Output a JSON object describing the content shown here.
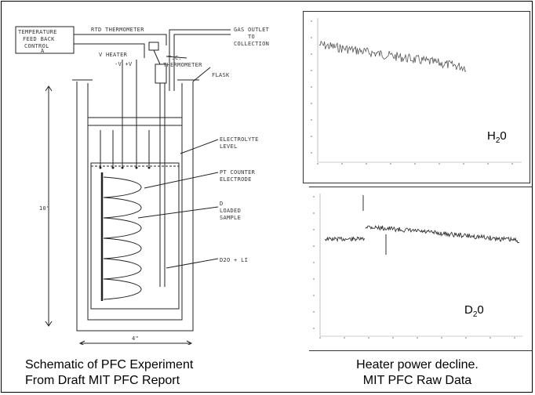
{
  "schematic": {
    "temperature_feedback": [
      "TEMPERATURE",
      "FEED BACK",
      "CONTROL"
    ],
    "temperature_feedback_symbol": "A",
    "rtd_thermometer": "RTD THERMOMETER",
    "gas_outlet": [
      "GAS OUTLET",
      "TO",
      "COLLECTION"
    ],
    "tc_thermometer": [
      "T.C.",
      "THERMOMETER"
    ],
    "v_heater": "V HEATER",
    "voltage_terminals": "-V  +V",
    "flask": "FLASK",
    "electrolyte_level": [
      "ELECTROLYTE",
      "LEVEL"
    ],
    "pt_counter": [
      "PT COUNTER",
      "ELECTRODE"
    ],
    "d_loaded": [
      "D",
      "LOADED",
      "SAMPLE"
    ],
    "d2o_li": "D2O + LI",
    "height_dim": "10\"",
    "width_dim": "4\""
  },
  "captions": {
    "left": [
      "Schematic of PFC Experiment",
      "From Draft MIT PFC Report"
    ],
    "right": [
      "Heater power decline.",
      "MIT PFC Raw Data"
    ]
  },
  "panels": {
    "top_sample": {
      "main": "H",
      "sub": "2",
      "tail": "0"
    },
    "bottom_sample": {
      "main": "D",
      "sub": "2",
      "tail": "0"
    }
  }
}
